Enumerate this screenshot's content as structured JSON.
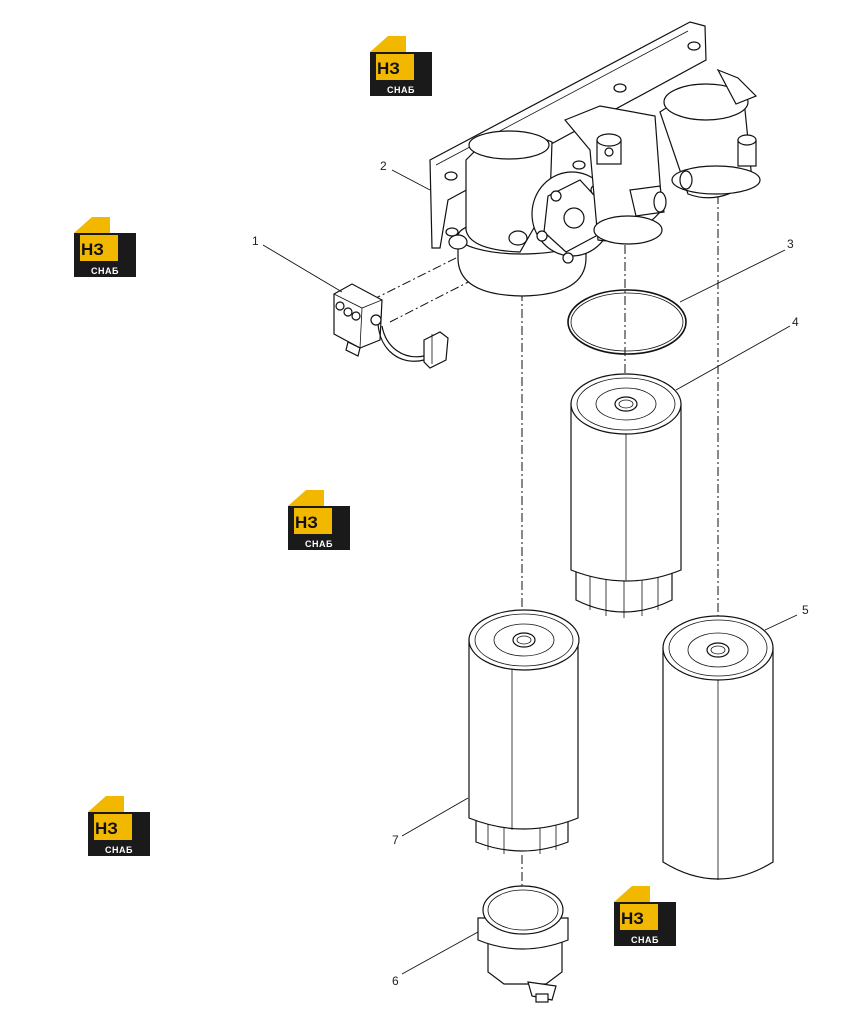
{
  "logos": [
    {
      "top_text": "НЗ",
      "bottom_text": "СНАБ"
    },
    {
      "top_text": "НЗ",
      "bottom_text": "СНАБ"
    },
    {
      "top_text": "НЗ",
      "bottom_text": "СНАБ"
    },
    {
      "top_text": "НЗ",
      "bottom_text": "СНАБ"
    },
    {
      "top_text": "НЗ",
      "bottom_text": "СНАБ"
    }
  ],
  "callouts": [
    "1",
    "2",
    "3",
    "4",
    "5",
    "6",
    "7"
  ],
  "colors": {
    "logo_yellow": "#f2b800",
    "logo_dark": "#1a1a1a",
    "line": "#111111"
  }
}
